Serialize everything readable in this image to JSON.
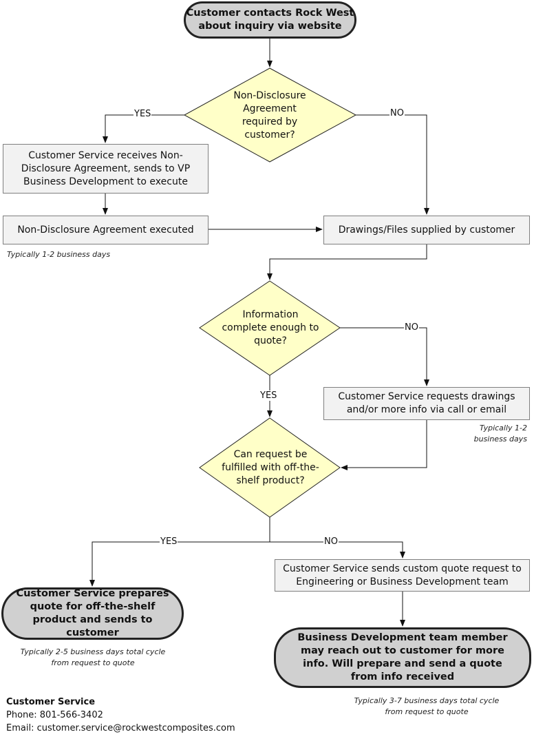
{
  "nodes": {
    "start": "Customer contacts Rock West about inquiry via website",
    "nda_question": "Non-Disclosure Agreement required by customer?",
    "cs_receives_nda": "Customer Service receives Non-Disclosure Agreement, sends to VP Business Development to execute",
    "nda_executed": "Non-Disclosure Agreement executed",
    "drawings_supplied": "Drawings/Files supplied by customer",
    "info_complete_question": "Information complete enough to quote?",
    "cs_requests_info": "Customer Service requests drawings and/or more info via call or email",
    "off_shelf_question": "Can request be fulfilled with off-the-shelf product?",
    "cs_prepares_quote": "Customer Service prepares quote for off-the-shelf product and sends to customer",
    "cs_sends_custom": "Customer Service sends custom quote request to Engineering or Business Development team",
    "bd_member": "Business Development team member may reach out to customer for more info. Will prepare and send a quote from info received"
  },
  "labels": {
    "yes": "YES",
    "no": "NO"
  },
  "notes": {
    "nda_days": "Typically 1-2 business days",
    "request_days_line1": "Typically 1-2",
    "request_days_line2": "business days",
    "offshelf_cycle_line1": "Typically 2-5 business days total cycle",
    "offshelf_cycle_line2": "from request to quote",
    "custom_cycle_line1": "Typically 3-7 business days total cycle",
    "custom_cycle_line2": "from request to quote"
  },
  "contact": {
    "title": "Customer Service",
    "phone": "Phone: 801-566-3402",
    "email": "Email: customer.service@rockwestcomposites.com"
  },
  "colors": {
    "decision_fill": "#ffffc8",
    "process_fill": "#f2f2f2",
    "terminal_fill": "#d0d0d0"
  }
}
